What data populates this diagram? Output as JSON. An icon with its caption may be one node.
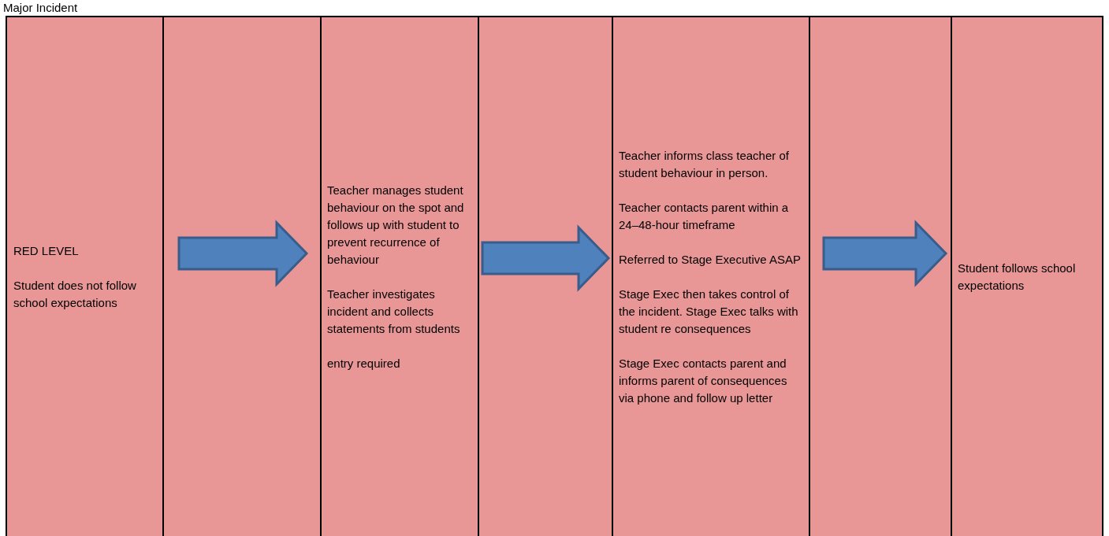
{
  "diagram": {
    "title": "Major Incident",
    "nodes": [
      {
        "text": [
          "RED LEVEL",
          "Student does not follow school expectations"
        ]
      },
      {
        "text": [
          "Teacher manages student behaviour on the spot and follows up with student to prevent recurrence of behaviour",
          "Teacher investigates incident and collects statements from students",
          "entry required"
        ]
      },
      {
        "text": [
          "Teacher informs class teacher of student behaviour in person.",
          "Teacher contacts parent within a 24–48-hour timeframe",
          "Referred to Stage Executive ASAP",
          "Stage Exec then takes control of the incident. Stage Exec talks with student re consequences",
          "Stage Exec contacts parent and informs parent of consequences via phone and follow up letter"
        ]
      },
      {
        "text": [
          "Student follows school expectations"
        ]
      }
    ],
    "edges": [
      {
        "from": 0,
        "to": 1,
        "arrow": "to"
      },
      {
        "from": 1,
        "to": 2,
        "arrow": "to"
      },
      {
        "from": 2,
        "to": 3,
        "arrow": "to"
      }
    ]
  }
}
